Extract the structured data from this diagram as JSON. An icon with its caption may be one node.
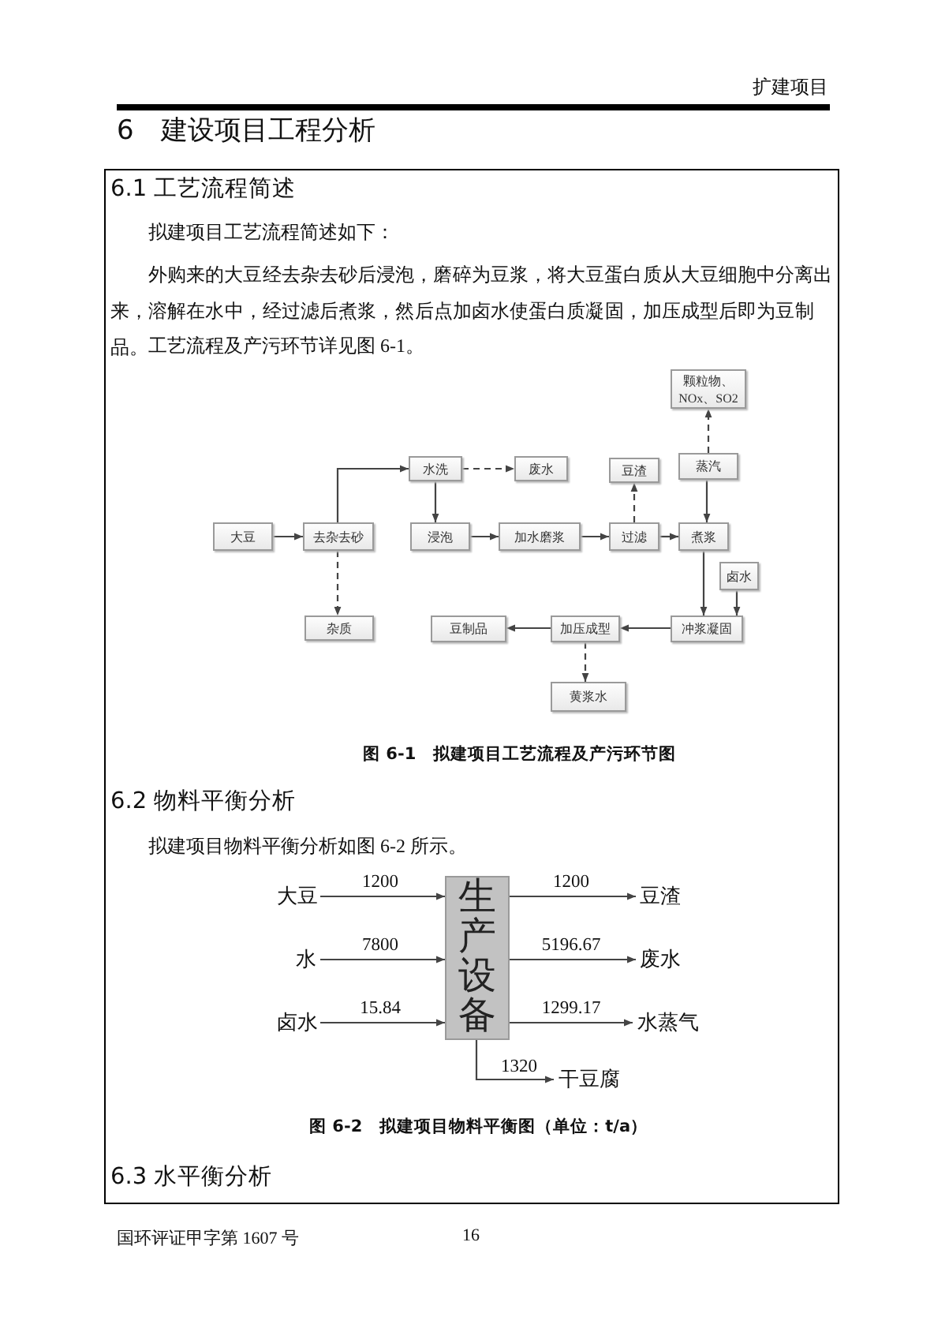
{
  "diagram": {
    "nodes": [
      {
        "text": [
          "颗粒物、NOx、SO2"
        ]
      },
      {
        "text": [
          "水洗"
        ]
      },
      {
        "text": [
          "废水"
        ]
      },
      {
        "text": [
          "豆渣"
        ]
      },
      {
        "text": [
          "蒸汽"
        ]
      },
      {
        "text": [
          "大豆"
        ]
      },
      {
        "text": [
          "去杂去砂"
        ]
      },
      {
        "text": [
          "浸泡"
        ]
      },
      {
        "text": [
          "加水磨浆"
        ]
      },
      {
        "text": [
          "过滤"
        ]
      },
      {
        "text": [
          "煮浆"
        ]
      },
      {
        "text": [
          "卤水"
        ]
      },
      {
        "text": [
          "杂质"
        ]
      },
      {
        "text": [
          "豆制品"
        ]
      },
      {
        "text": [
          "加压成型"
        ]
      },
      {
        "text": [
          "冲浆凝固"
        ]
      },
      {
        "text": [
          "黄浆水"
        ]
      },
      {
        "text": [
          "生产设备"
        ]
      },
      {
        "text": [
          "大豆"
        ]
      },
      {
        "text": [
          "水"
        ]
      },
      {
        "text": [
          "卤水"
        ]
      },
      {
        "text": [
          "豆渣"
        ]
      },
      {
        "text": [
          "废水"
        ]
      },
      {
        "text": [
          "水蒸气"
        ]
      },
      {
        "text": [
          "干豆腐"
        ]
      }
    ],
    "edges": [
      {
        "from": 5,
        "to": 6,
        "arrow": "to"
      },
      {
        "from": 6,
        "to": 1,
        "arrow": "to"
      },
      {
        "from": 1,
        "to": 2,
        "arrow": "to",
        "style": "dashed"
      },
      {
        "from": 1,
        "to": 7,
        "arrow": "to"
      },
      {
        "from": 7,
        "to": 8,
        "arrow": "to"
      },
      {
        "from": 8,
        "to": 9,
        "arrow": "to"
      },
      {
        "from": 9,
        "to": 3,
        "arrow": "to",
        "style": "dashed"
      },
      {
        "from": 9,
        "to": 10,
        "arrow": "to"
      },
      {
        "from": 4,
        "to": 10,
        "arrow": "to"
      },
      {
        "from": 4,
        "to": 0,
        "arrow": "to",
        "style": "dashed"
      },
      {
        "from": 10,
        "to": 15,
        "arrow": "to"
      },
      {
        "from": 11,
        "to": 15,
        "arrow": "to"
      },
      {
        "from": 15,
        "to": 14,
        "arrow": "to"
      },
      {
        "from": 14,
        "to": 13,
        "arrow": "to"
      },
      {
        "from": 14,
        "to": 16,
        "arrow": "to",
        "style": "dashed"
      },
      {
        "from": 6,
        "to": 12,
        "arrow": "to",
        "style": "dashed"
      },
      {
        "from": 18,
        "to": 17,
        "arrow": "to",
        "label": "1200"
      },
      {
        "from": 19,
        "to": 17,
        "arrow": "to",
        "label": "7800"
      },
      {
        "from": 20,
        "to": 17,
        "arrow": "to",
        "label": "15.84"
      },
      {
        "from": 17,
        "to": 21,
        "arrow": "to",
        "label": "1200"
      },
      {
        "from": 17,
        "to": 22,
        "arrow": "to",
        "label": "5196.67"
      },
      {
        "from": 17,
        "to": 23,
        "arrow": "to",
        "label": "1299.17"
      },
      {
        "from": 17,
        "to": 24,
        "arrow": "to",
        "label": "1320"
      }
    ],
    "labels": [
      "扩建项目",
      "6　建设项目工程分析",
      "6.1 工艺流程简述",
      "拟建项目工艺流程简述如下：",
      "外购来的大豆经去杂去砂后浸泡，磨碎为豆浆，将大豆蛋白质从大豆细胞中分离出来，溶解在水中，经过滤后煮浆，然后点加卤水使蛋白质凝固，加压成型后即为豆制品。",
      "工艺流程及产污环节详见图 6-1。",
      "图 6-1　拟建项目工艺流程及产污环节图",
      "6.2 物料平衡分析",
      "拟建项目物料平衡分析如图 6-2 所示。",
      "图 6-2　拟建项目物料平衡图（单位：t/a）",
      "6.3 水平衡分析",
      "国环评证甲字第 1607 号",
      "16"
    ]
  }
}
